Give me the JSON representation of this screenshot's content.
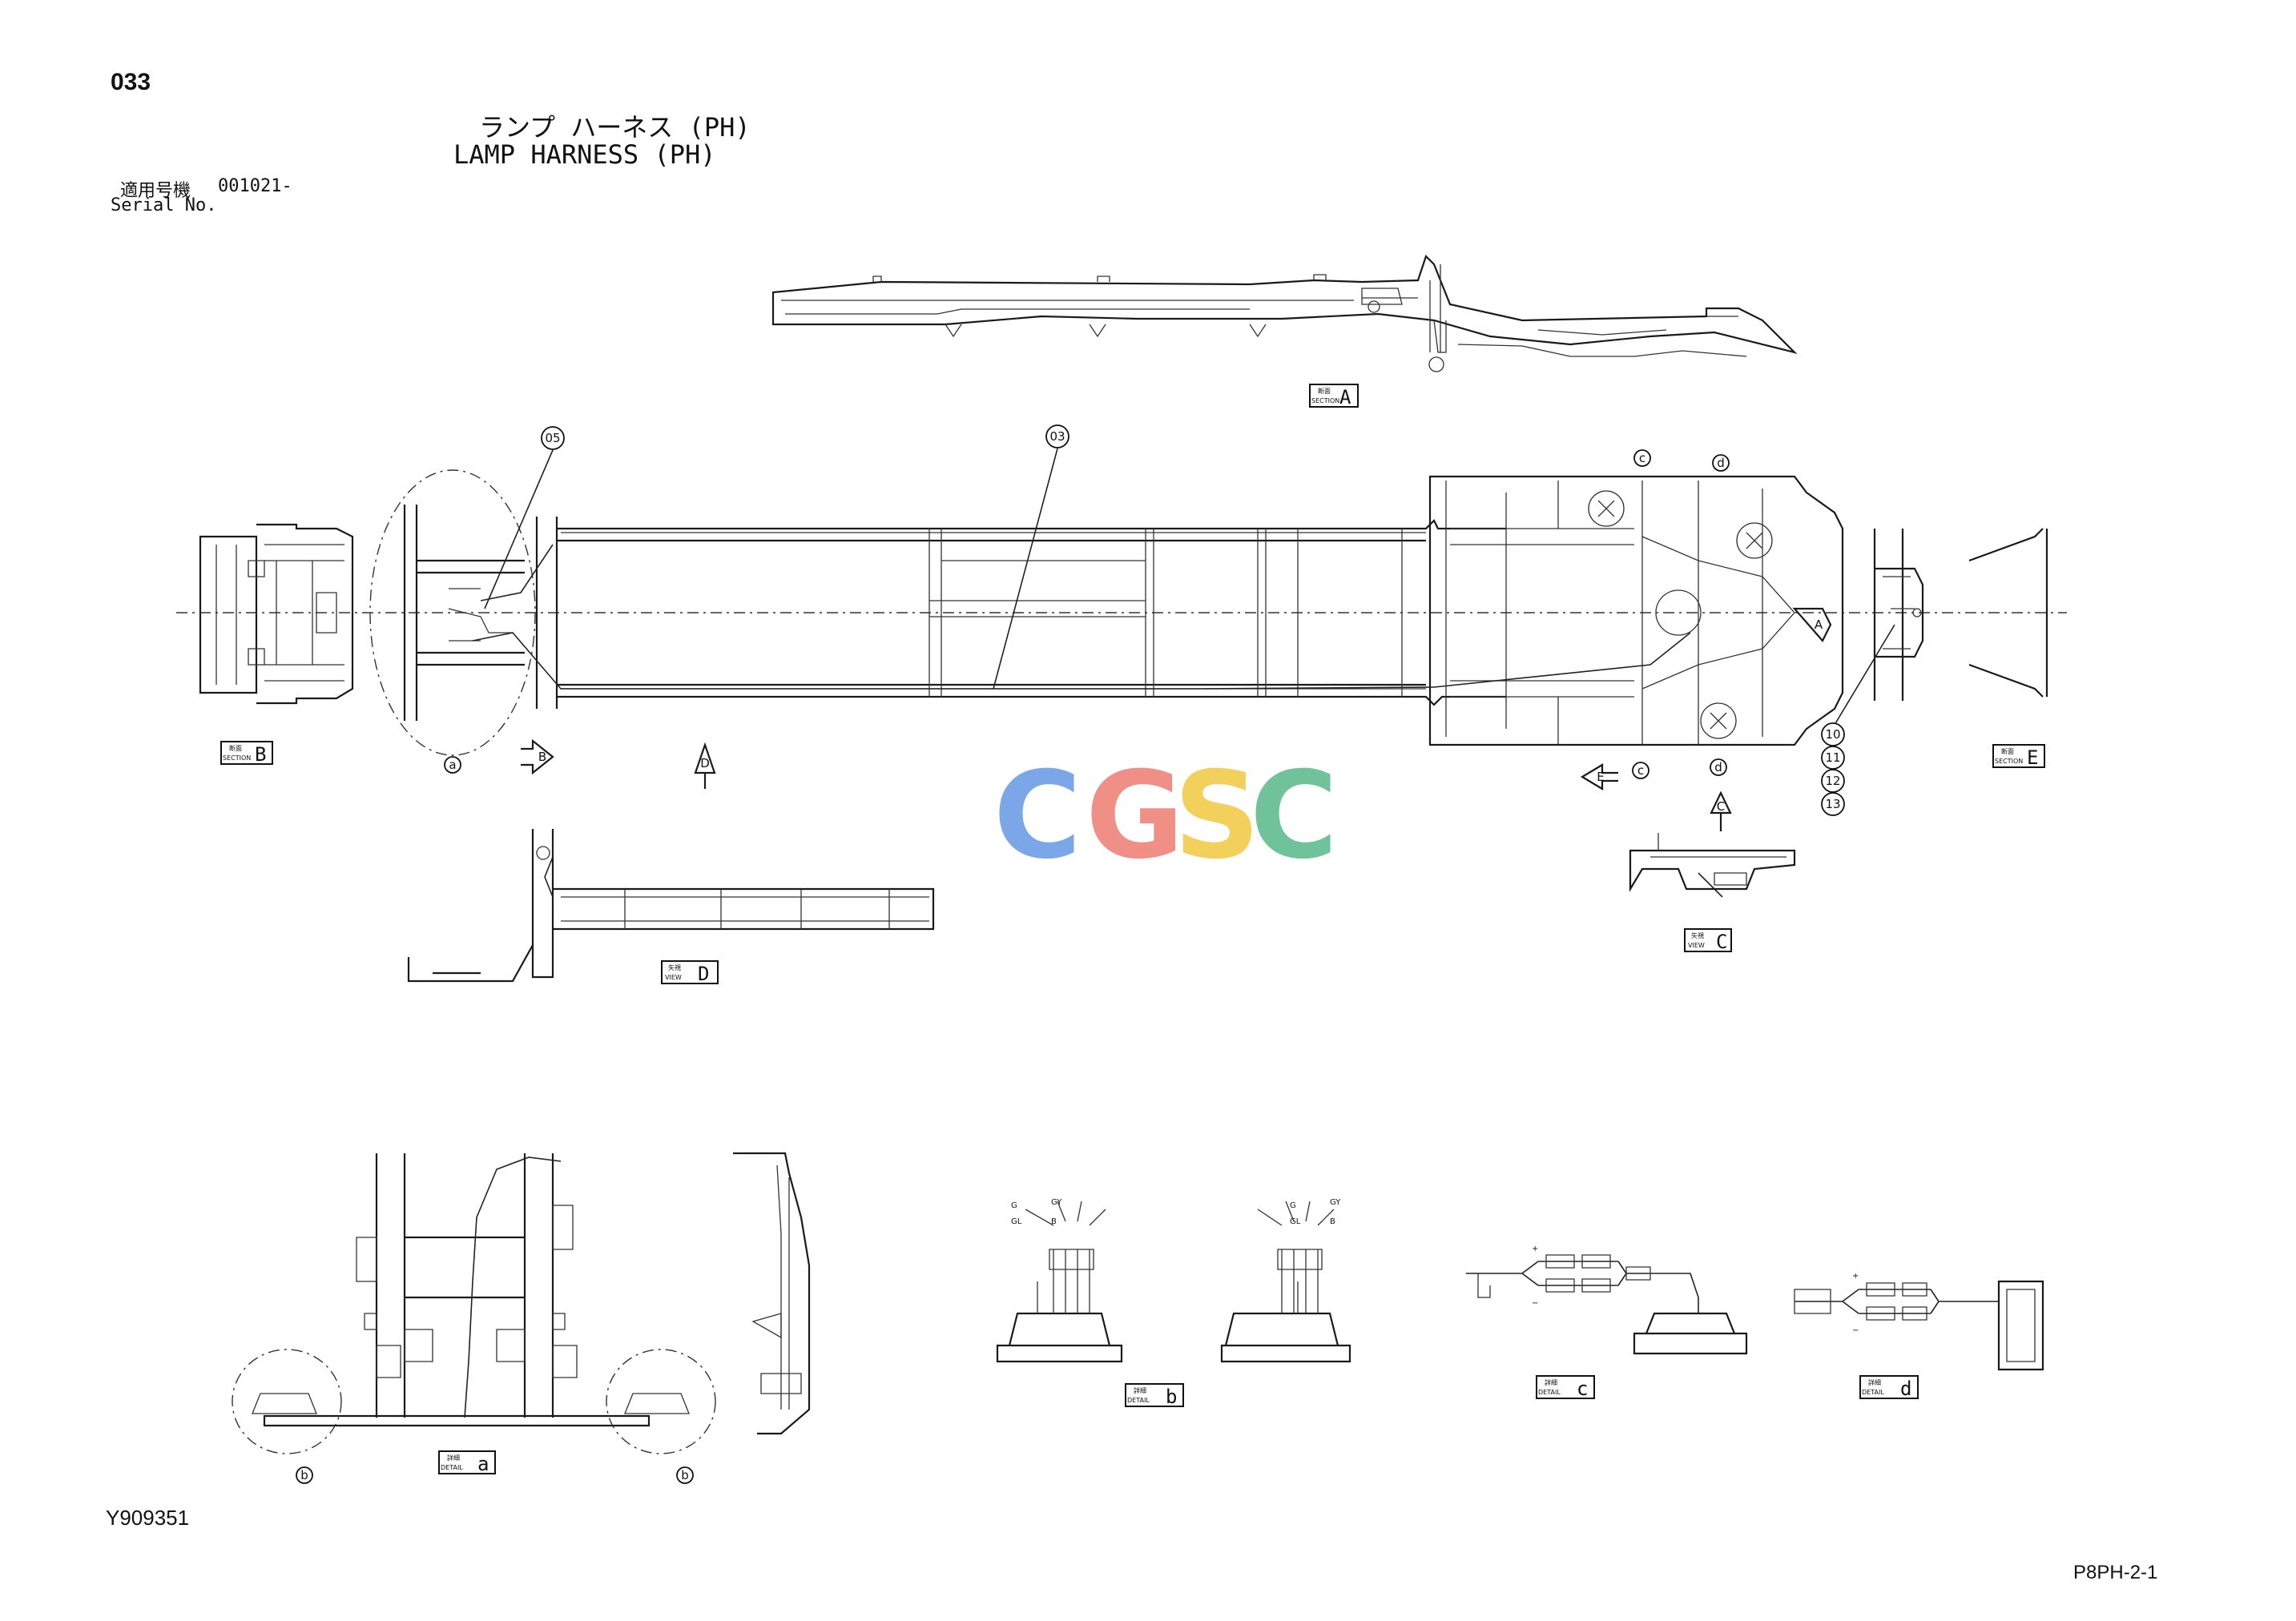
{
  "page_number": "033",
  "title_jp": "ランプ ハーネス (PH)",
  "title_en": "LAMP HARNESS (PH)",
  "serial": {
    "label_jp": "適用号機",
    "value": "001021-",
    "label_en": "Serial No."
  },
  "doc_code": "Y909351",
  "sheet_code": "P8PH-2-1",
  "watermark": {
    "letters": [
      "C",
      "G",
      "S",
      "C"
    ],
    "colors": [
      "#7ba7e8",
      "#ef8f86",
      "#f3cf5c",
      "#6fc29a"
    ]
  },
  "callouts": [
    "05",
    "03",
    "10",
    "11",
    "12",
    "13"
  ],
  "view_tags": [
    {
      "jp": "断面",
      "en": "SECTION",
      "letter": "A"
    },
    {
      "jp": "断面",
      "en": "SECTION",
      "letter": "B"
    },
    {
      "jp": "断面",
      "en": "SECTION",
      "letter": "E"
    },
    {
      "jp": "矢視",
      "en": "VIEW",
      "letter": "C"
    },
    {
      "jp": "矢視",
      "en": "VIEW",
      "letter": "D"
    },
    {
      "jp": "詳細",
      "en": "DETAIL",
      "letter": "a"
    },
    {
      "jp": "詳細",
      "en": "DETAIL",
      "letter": "b"
    },
    {
      "jp": "詳細",
      "en": "DETAIL",
      "letter": "c"
    },
    {
      "jp": "詳細",
      "en": "DETAIL",
      "letter": "d"
    }
  ],
  "markers": {
    "A": "A",
    "B": "B",
    "C": "C",
    "D": "D",
    "E": "E",
    "a": "a",
    "b": "b",
    "c": "c",
    "d": "d"
  },
  "wire_labels": {
    "g": "G",
    "gy": "GY",
    "gl": "GL",
    "b": "B",
    "plus": "+",
    "minus": "−"
  }
}
